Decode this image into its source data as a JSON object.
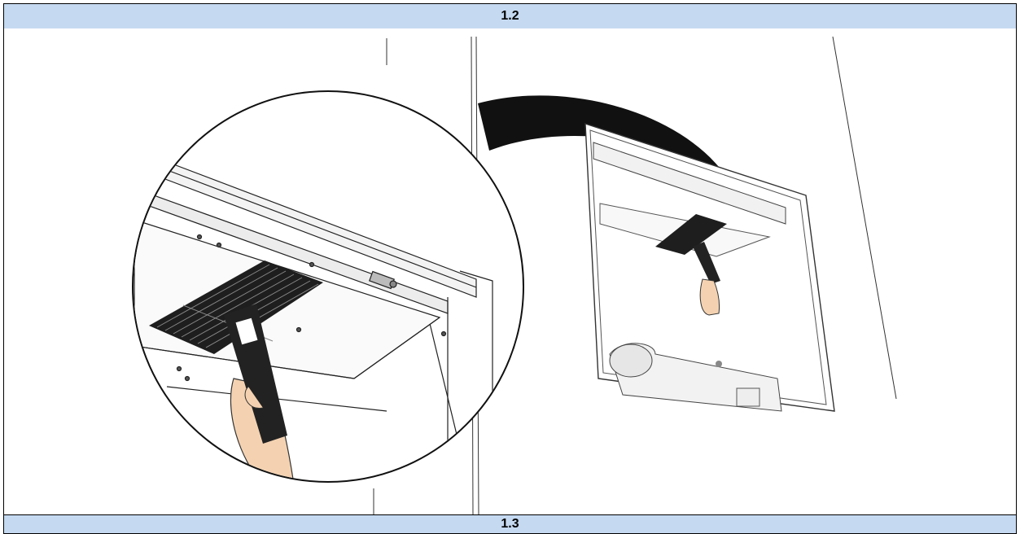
{
  "steps": [
    {
      "label": "1.2",
      "illustration_icon": "mount-filter-wall-illustration"
    },
    {
      "label": "1.3"
    }
  ],
  "colors": {
    "header_bg": "#c5d9f1",
    "grille": "#1e1e1e",
    "hand": "#f4d2b1"
  }
}
